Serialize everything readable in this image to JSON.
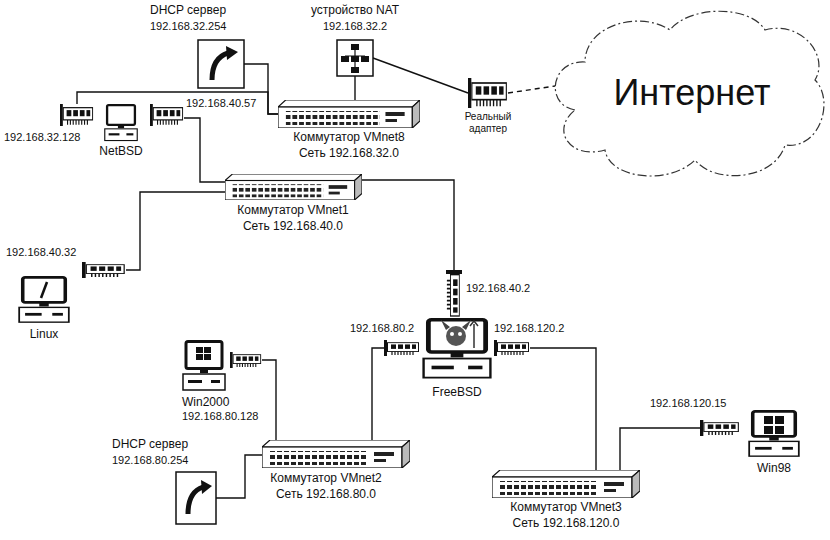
{
  "diagram": {
    "nodes": [
      {
        "text": [
          "DHCP сервер",
          "192.168.32.254"
        ]
      },
      {
        "text": [
          "устройство NAT",
          "192.168.32.2"
        ]
      },
      {
        "text": [
          "Интернет"
        ]
      },
      {
        "text": [
          "Реальный адаптер"
        ]
      },
      {
        "text": [
          "192.168.32.128",
          "NetBSD",
          "192.168.40.57"
        ]
      },
      {
        "text": [
          "Коммутатор VMnet8",
          "Сеть 192.168.32.0"
        ]
      },
      {
        "text": [
          "Коммутатор VMnet1",
          "Сеть 192.168.40.0"
        ]
      },
      {
        "text": [
          "192.168.40.2",
          "192.168.80.2",
          "192.168.120.2",
          "FreeBSD"
        ]
      },
      {
        "text": [
          "192.168.40.32",
          "Linux"
        ]
      },
      {
        "text": [
          "Win2000",
          "192.168.80.128"
        ]
      },
      {
        "text": [
          "DHCP сервер",
          "192.168.80.254"
        ]
      },
      {
        "text": [
          "Коммутатор VMnet2",
          "Сеть 192.168.80.0"
        ]
      },
      {
        "text": [
          "Коммутатор VMnet3",
          "Сеть 192.168.120.0"
        ]
      },
      {
        "text": [
          "192.168.120.15",
          "Win98"
        ]
      }
    ],
    "edges": [
      {
        "from": 0,
        "to": 5,
        "arrow": "none"
      },
      {
        "from": 1,
        "to": 5,
        "arrow": "none"
      },
      {
        "from": 1,
        "to": 3,
        "arrow": "none"
      },
      {
        "from": 3,
        "to": 2,
        "arrow": "none"
      },
      {
        "from": 4,
        "to": 5,
        "arrow": "none"
      },
      {
        "from": 4,
        "to": 6,
        "arrow": "none"
      },
      {
        "from": 8,
        "to": 6,
        "arrow": "none"
      },
      {
        "from": 7,
        "to": 6,
        "arrow": "none"
      },
      {
        "from": 9,
        "to": 11,
        "arrow": "none"
      },
      {
        "from": 10,
        "to": 11,
        "arrow": "none"
      },
      {
        "from": 7,
        "to": 11,
        "arrow": "none"
      },
      {
        "from": 7,
        "to": 12,
        "arrow": "none"
      },
      {
        "from": 13,
        "to": 12,
        "arrow": "none"
      }
    ]
  }
}
